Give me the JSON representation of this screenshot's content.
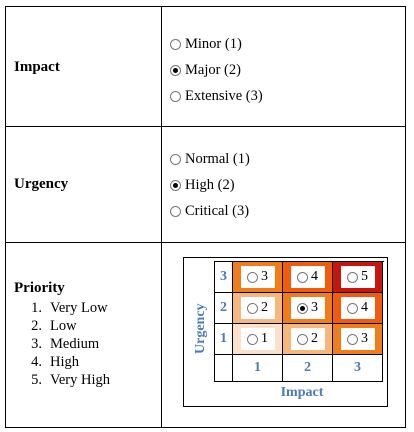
{
  "impact": {
    "label": "Impact",
    "options": [
      {
        "label": "Minor (1)",
        "selected": false
      },
      {
        "label": "Major (2)",
        "selected": true
      },
      {
        "label": "Extensive (3)",
        "selected": false
      }
    ]
  },
  "urgency": {
    "label": "Urgency",
    "options": [
      {
        "label": "Normal (1)",
        "selected": false
      },
      {
        "label": "High (2)",
        "selected": true
      },
      {
        "label": "Critical (3)",
        "selected": false
      }
    ]
  },
  "priority": {
    "label": "Priority",
    "levels": [
      {
        "num": "1.",
        "label": "Very Low"
      },
      {
        "num": "2.",
        "label": "Low"
      },
      {
        "num": "3.",
        "label": "Medium"
      },
      {
        "num": "4.",
        "label": "High"
      },
      {
        "num": "5.",
        "label": "Very High"
      }
    ]
  },
  "matrix": {
    "x_axis_label": "Impact",
    "y_axis_label": "Urgency",
    "x_values": [
      "1",
      "2",
      "3"
    ],
    "y_values": [
      "3",
      "2",
      "1"
    ],
    "rows": [
      [
        {
          "value": "3",
          "color": "#f07c1a",
          "selected": false
        },
        {
          "value": "4",
          "color": "#f25a0c",
          "selected": false
        },
        {
          "value": "5",
          "color": "#c8140e",
          "selected": false
        }
      ],
      [
        {
          "value": "2",
          "color": "#f6b77d",
          "selected": false
        },
        {
          "value": "3",
          "color": "#f07c1a",
          "selected": true
        },
        {
          "value": "4",
          "color": "#f25a0c",
          "selected": false
        }
      ],
      [
        {
          "value": "1",
          "color": "#fbe1cc",
          "selected": false
        },
        {
          "value": "2",
          "color": "#f6b77d",
          "selected": false
        },
        {
          "value": "3",
          "color": "#f07c1a",
          "selected": false
        }
      ]
    ]
  }
}
